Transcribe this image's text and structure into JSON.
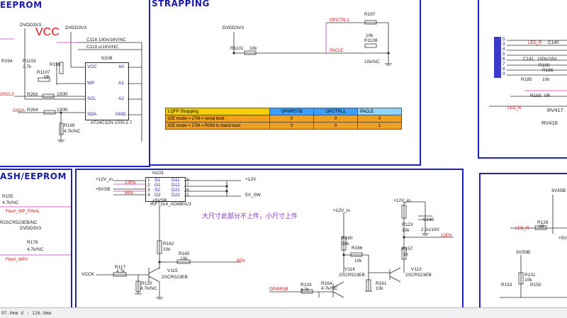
{
  "sections": {
    "eeprom_title": "EEPROM",
    "strapping_title": "STRAPPING",
    "flash_title": "ASH/EEPROM"
  },
  "eeprom": {
    "vcc_big": "VCC",
    "rails": [
      "DVDD3V3",
      "DVDD3V3"
    ],
    "chip_ref": "N108",
    "chip_part": "AT24C32N-10SI-2.7",
    "pins_left": [
      "VCC",
      "WP",
      "SCL",
      "SDA"
    ],
    "pins_right": [
      "A0",
      "A1",
      "A2",
      "GND"
    ],
    "cap1": "C118 100n/16V/NC",
    "cap2": "C119 u/16V/NC",
    "resistors": [
      "R194",
      "R1103",
      "2.7k",
      "R1107",
      "0R",
      "R198",
      "R263",
      "100R",
      "R264",
      "100R",
      "R195",
      "4.7k/NC"
    ],
    "nets": [
      "OSCL0",
      "OSDA"
    ]
  },
  "strapping": {
    "rail": "DVDD3V3",
    "r_left": "R1101",
    "r_left_val": "10k",
    "r197": "R197",
    "r197_val": "10k",
    "r1108": "R1108",
    "r1108_val": "10k/NC",
    "net_top": "OPCTRL1",
    "net_mid": "PACLE",
    "table": {
      "headers": [
        "LQFP  Strapping",
        "OPWRSTB",
        "OPCTRL1",
        "PACLE"
      ],
      "rows": [
        [
          "ICE mode = 27M = serial boot",
          "0",
          "0",
          "0"
        ],
        [
          "ICE mode = 27M = ROM to Nand boot",
          "0",
          "0",
          "1"
        ]
      ]
    }
  },
  "right_top": {
    "pins": [
      "5",
      "3",
      "4",
      "5",
      "6",
      "7",
      "8",
      "9"
    ],
    "labels": [
      "LED_R",
      "C140",
      "C141",
      "100n/16V",
      "R190",
      "10k",
      "R185",
      "R186",
      "R193",
      "0R",
      "RV417",
      "RV418"
    ]
  },
  "flash": {
    "labels": [
      "R155",
      "4.7k/NC",
      "Flash_WP_FINAL",
      "R2SCR523EB/NC",
      "DVDD3V3",
      "R176",
      "4.7k/NC",
      "Flash_WP#"
    ]
  },
  "mosfet": {
    "ref": "N103",
    "part": "IRF7314_AO4801/3",
    "pins_left": [
      "S1",
      "G1",
      "S2",
      "G2"
    ],
    "pins_right": [
      "D11",
      "D12",
      "D21",
      "D22"
    ],
    "nums_left": [
      "1",
      "2",
      "3",
      "4"
    ],
    "nums_right": [
      "8",
      "7",
      "6",
      "5"
    ],
    "net_left": [
      "+12V_in",
      "12EN",
      "+5VSB",
      "5EN"
    ],
    "net_right": [
      "+12V",
      "5V_SW"
    ]
  },
  "note": "大尺寸此部分不上件，小尺寸上件",
  "transistors": {
    "v115": [
      "+5VSB",
      "R162",
      "10k",
      "R165",
      "10k",
      "5EN",
      "VCCK",
      "R117",
      "4.7k",
      "R120",
      "4.7k/NC",
      "V115",
      "2SCR523EB"
    ],
    "v114": [
      "+12V_in",
      "R160",
      "10k",
      "R166",
      "10k",
      "OPWRSB",
      "R133",
      "4.7k",
      "R164",
      "4.7k/NC",
      "V114",
      "2SCR523EB",
      "R161",
      "10k"
    ],
    "v113": [
      "+12V_in",
      "C145",
      "2.2u/16V",
      "R123",
      "10k",
      "R157",
      "1k",
      "12EN",
      "V113",
      "2SCR523EB"
    ]
  },
  "right_bottom": {
    "labels": [
      "3V3SB",
      "R128",
      "0R",
      "LED_R",
      "3V3SB",
      "R131",
      "10k",
      "R153",
      "R150",
      "+5V"
    ]
  },
  "status": "97.0mm  X : 126.9mm"
}
